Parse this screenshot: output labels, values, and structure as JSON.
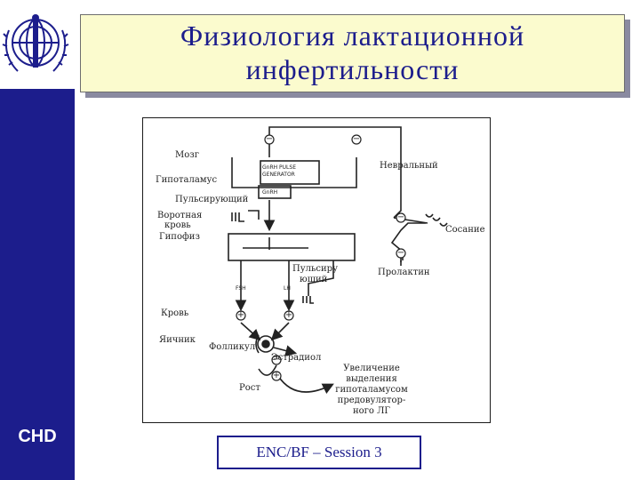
{
  "title": {
    "line1": "Физиология лактационной",
    "line2": "инфертильности"
  },
  "sidebar": {
    "org_label": "CHD",
    "logo_icon": "who-emblem-icon"
  },
  "diagram": {
    "brain": "Мозг",
    "hypothalamus": "Гипоталамус",
    "pulsating": "Пульсирующий",
    "gnrh_pulse_line1": "GnRH PULSE",
    "gnrh_pulse_line2": "GENERATOR",
    "gnrh": "GnRH",
    "neural": "Невральный",
    "portal_line1": "Воротная",
    "portal_line2": "кровь",
    "pituitary": "Гипофиз",
    "sucking": "Сосание",
    "pulsating_split_line1": "Пульсиру",
    "pulsating_split_line2": "ющий",
    "prolactin": "Пролактин",
    "fsh": "FSH",
    "lh": "LH",
    "blood": "Кровь",
    "ovary": "Яичник",
    "follicle": "Фолликул",
    "estradiol": "Эстрадиол",
    "growth": "Рост",
    "increase_line1": "Увеличение",
    "increase_line2": "выделения",
    "increase_line3": "гипоталамусом",
    "increase_line4": "предовулятор-",
    "increase_line5": "ного ЛГ",
    "minus": "−",
    "plus": "+"
  },
  "footer": {
    "session": "ENC/BF – Session 3"
  },
  "colors": {
    "navy": "#1c1d8c",
    "title_bg": "#fbfbce",
    "shadow": "#8a8aa0"
  }
}
